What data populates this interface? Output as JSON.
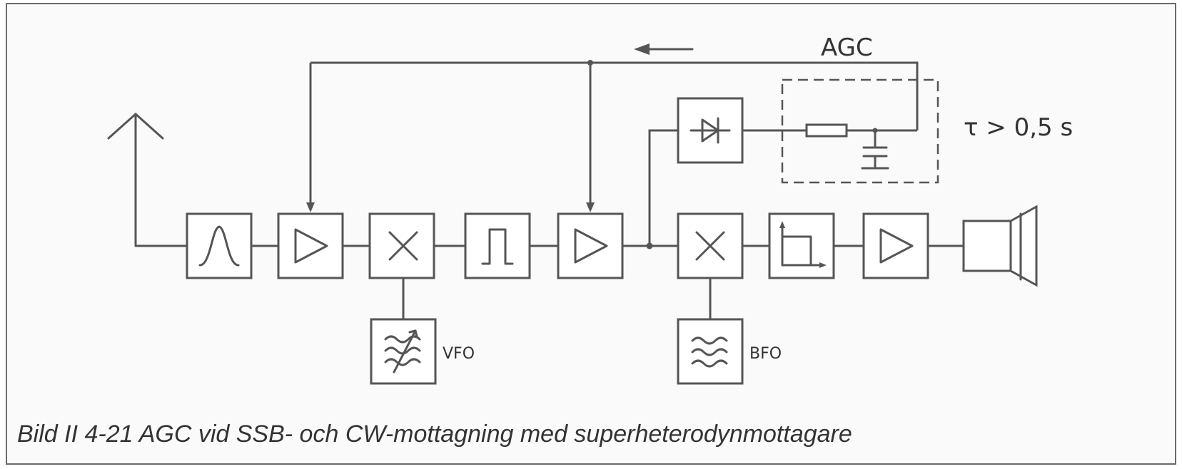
{
  "labels": {
    "agc": "AGC",
    "tau": "τ > 0,5 s",
    "vfo": "VFO",
    "bfo": "BFO"
  },
  "caption": "Bild II 4-21  AGC vid SSB- och CW-mottagning med superheterodynmottagare",
  "blocks": [
    {
      "id": "bandpass-filter",
      "icon": "bandpass-curve-icon"
    },
    {
      "id": "rf-amplifier",
      "icon": "amplifier-triangle-icon"
    },
    {
      "id": "first-mixer",
      "icon": "mixer-cross-icon"
    },
    {
      "id": "if-filter",
      "icon": "rectangular-pulse-filter-icon"
    },
    {
      "id": "if-amplifier",
      "icon": "amplifier-triangle-icon"
    },
    {
      "id": "product-detector",
      "icon": "mixer-cross-icon"
    },
    {
      "id": "lowpass-filter",
      "icon": "lowpass-response-icon"
    },
    {
      "id": "af-amplifier",
      "icon": "amplifier-triangle-icon"
    },
    {
      "id": "loudspeaker",
      "icon": "loudspeaker-icon"
    },
    {
      "id": "vfo-oscillator",
      "icon": "variable-oscillator-icon"
    },
    {
      "id": "bfo-oscillator",
      "icon": "oscillator-wave-icon"
    },
    {
      "id": "agc-rectifier",
      "icon": "diode-icon"
    }
  ]
}
